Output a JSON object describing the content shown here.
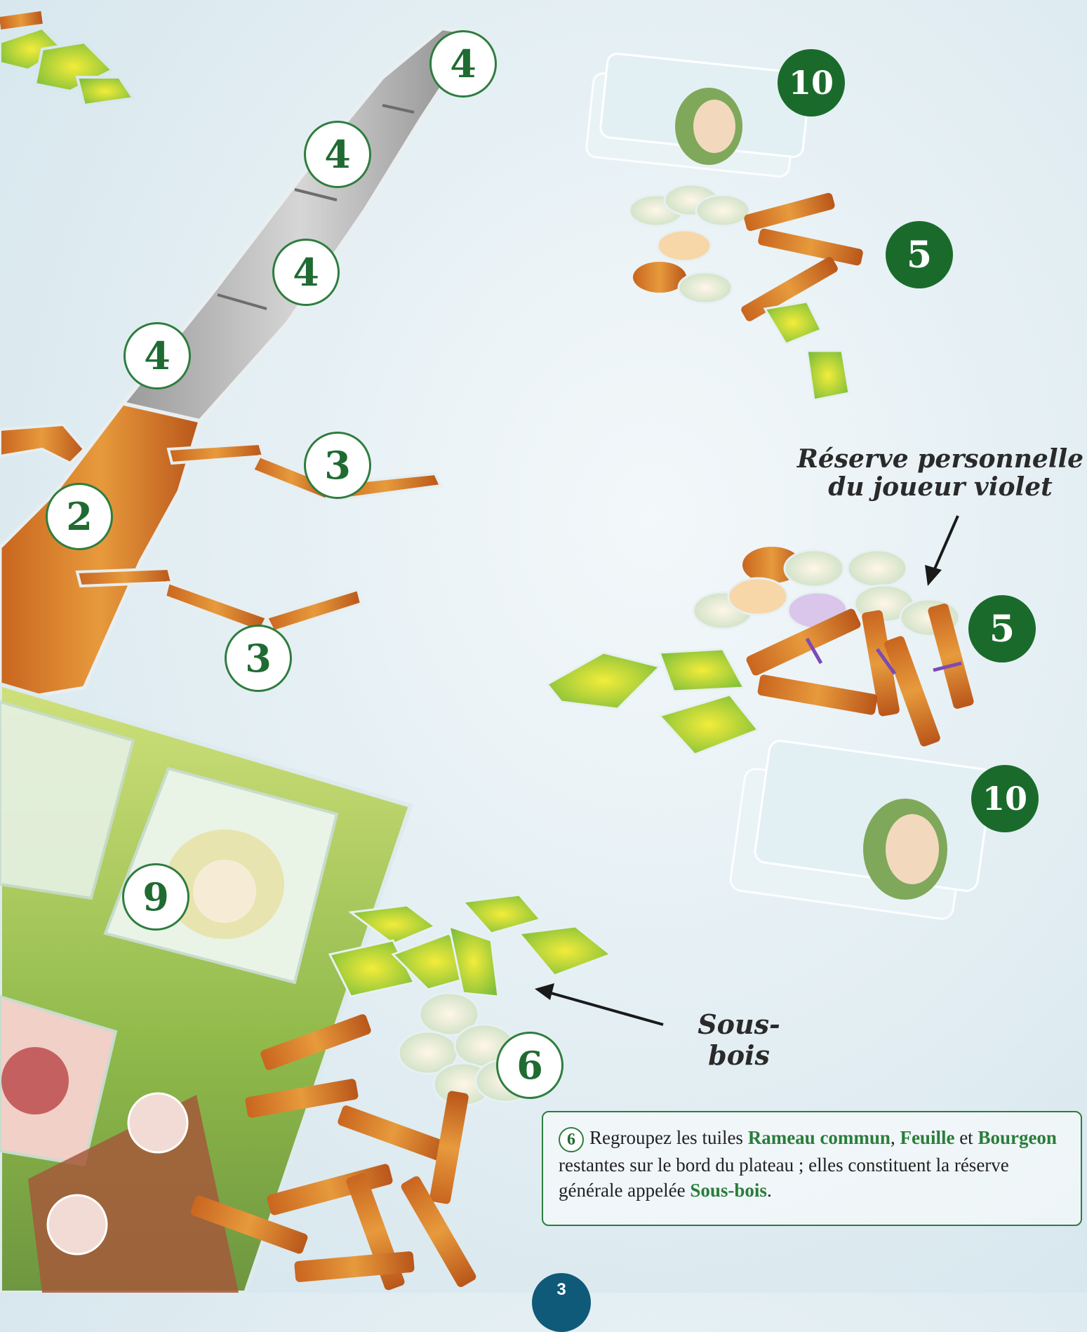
{
  "trunk_labels": [
    "4",
    "4",
    "4",
    "4"
  ],
  "branch_labels": [
    "3",
    "2",
    "3"
  ],
  "player_board_label": "9",
  "deck_top_count": "10",
  "supply_top_count": "5",
  "personal_reserve": {
    "caption_line1": "Réserve personnelle",
    "caption_line2": "du joueur violet",
    "count": "5"
  },
  "deck_bottom_count": "10",
  "sous_bois": {
    "caption": "Sous-bois",
    "count": "6"
  },
  "instruction": {
    "step": "6",
    "t1": "Regroupez les tuiles ",
    "k1": "Rameau commun",
    "t2": ", ",
    "k2": "Feuille",
    "t3": " et ",
    "k3": "Bourgeon",
    "t4": " restantes sur le bord du plateau ; elles constituent la réserve générale appelée ",
    "k4": "Sous-bois",
    "t5": "."
  },
  "page_number": "3",
  "colors": {
    "green_dark": "#1a6b2b",
    "green_text": "#2a7d3a",
    "page_badge": "#0f5a78"
  }
}
